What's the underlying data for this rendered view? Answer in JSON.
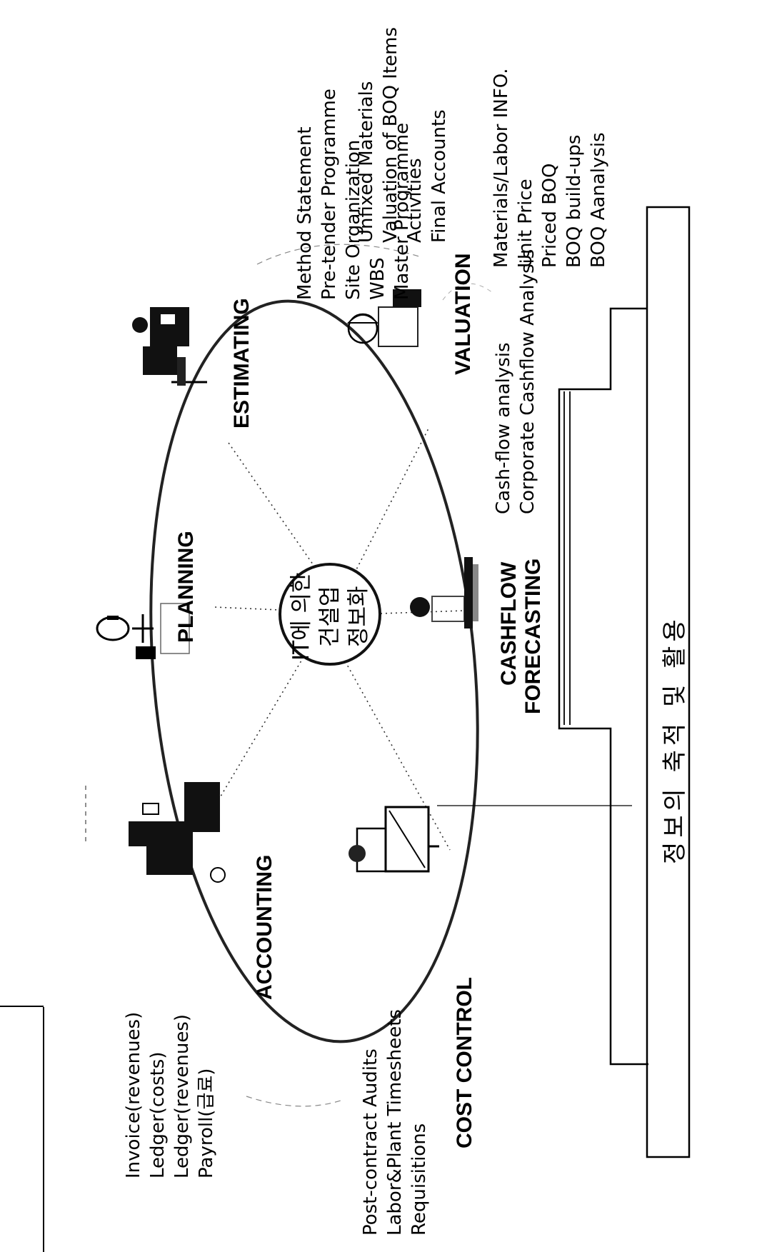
{
  "center": {
    "lines": [
      "IT에 의한",
      "건설업",
      "정보화"
    ]
  },
  "phases": {
    "planning": "PLANNING",
    "estimating": "ESTIMATING",
    "valuation": "VALUATION",
    "cashflow_line1": "CASHFLOW",
    "cashflow_line2": "FORECASTING",
    "cost_control": "COST CONTROL",
    "accounting": "ACCOUNTING"
  },
  "lists": {
    "planning": [
      "Method Statement",
      "Pre-tender Programme",
      "Site Organization",
      "WBS",
      "Master Programme"
    ],
    "estimating": [
      "Materials/Labor INFO.",
      "Unit Price",
      "Priced BOQ",
      "BOQ build-ups",
      "BOQ Aanalysis"
    ],
    "valuation": [
      "Unfixed Materials",
      "Valuation of BOQ Items",
      "Activities",
      "Final Accounts"
    ],
    "cashflow": [
      "Cash-flow analysis",
      "Corporate Cashflow Analysis"
    ],
    "cost_control": [
      "Post-contract Audits",
      "Labor&Plant Timesheets",
      "Requisitions"
    ],
    "accounting": [
      "Invoice(revenues)",
      "Ledger(costs)",
      "Ledger(revenues)",
      "Payroll(급료)"
    ]
  },
  "arrow": {
    "label": "정보의 축적 및 활용"
  },
  "icons": [
    "person-at-desk-icon",
    "worker-at-drafting-table-icon",
    "engineer-with-helmet-icon",
    "seated-worker-icon",
    "surveyor-icon",
    "clerk-at-desk-icon"
  ]
}
